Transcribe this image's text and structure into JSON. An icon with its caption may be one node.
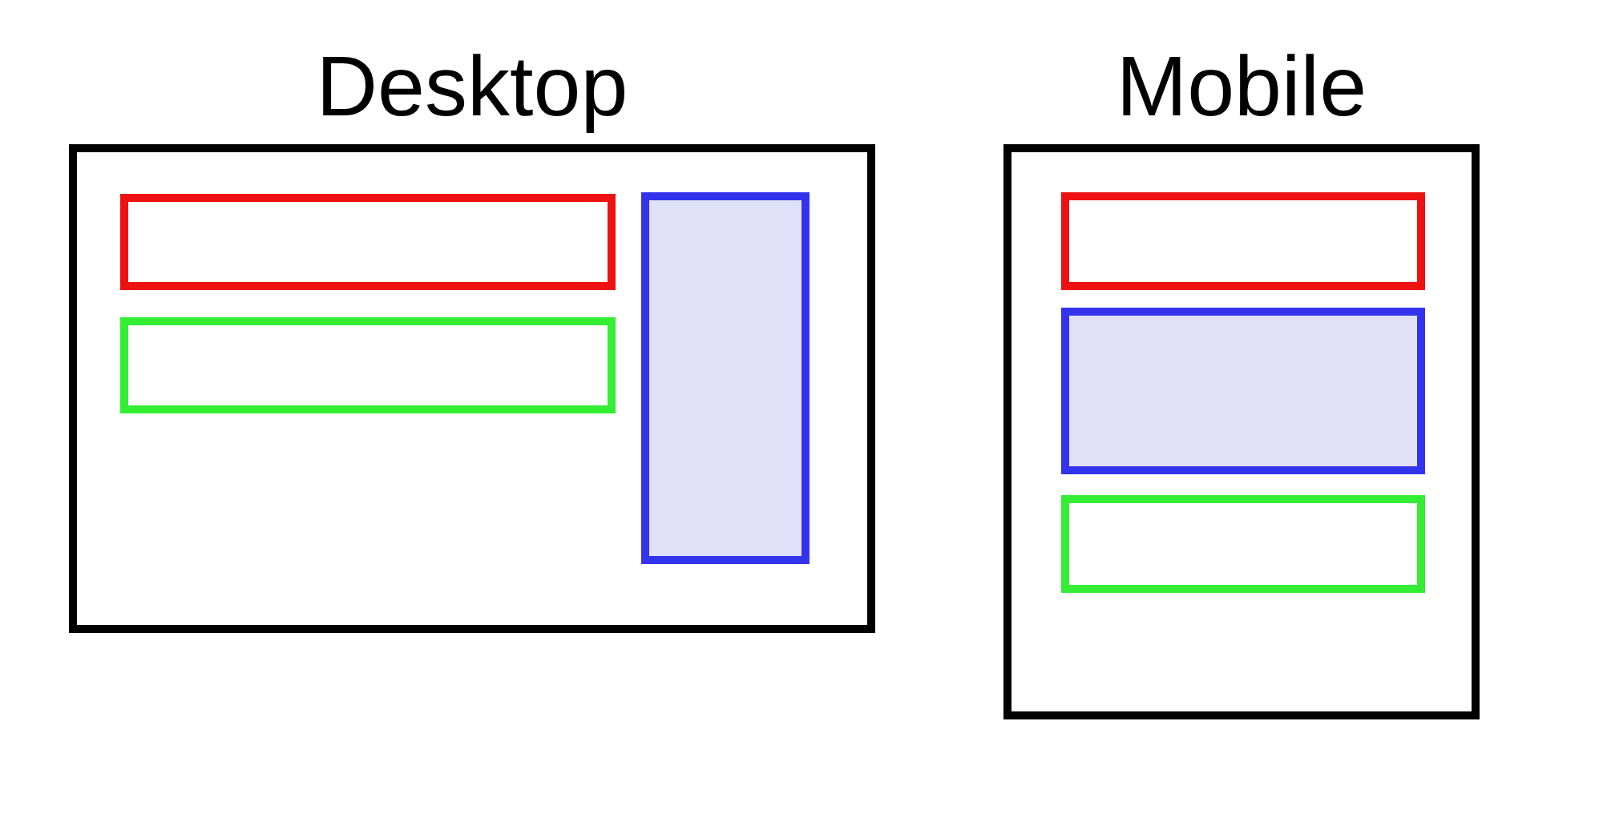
{
  "diagram": {
    "nodes": [
      {
        "text": [
          "Desktop"
        ]
      },
      {
        "text": [],
        "shape": "box",
        "in": 0
      },
      {
        "text": [],
        "shape": "box",
        "in": 0
      },
      {
        "text": [],
        "shape": "box",
        "in": 0
      },
      {
        "text": [
          "Mobile"
        ]
      },
      {
        "text": [],
        "shape": "box",
        "in": 4
      },
      {
        "text": [],
        "shape": "box",
        "in": 4
      },
      {
        "text": [],
        "shape": "box",
        "in": 4
      }
    ]
  }
}
